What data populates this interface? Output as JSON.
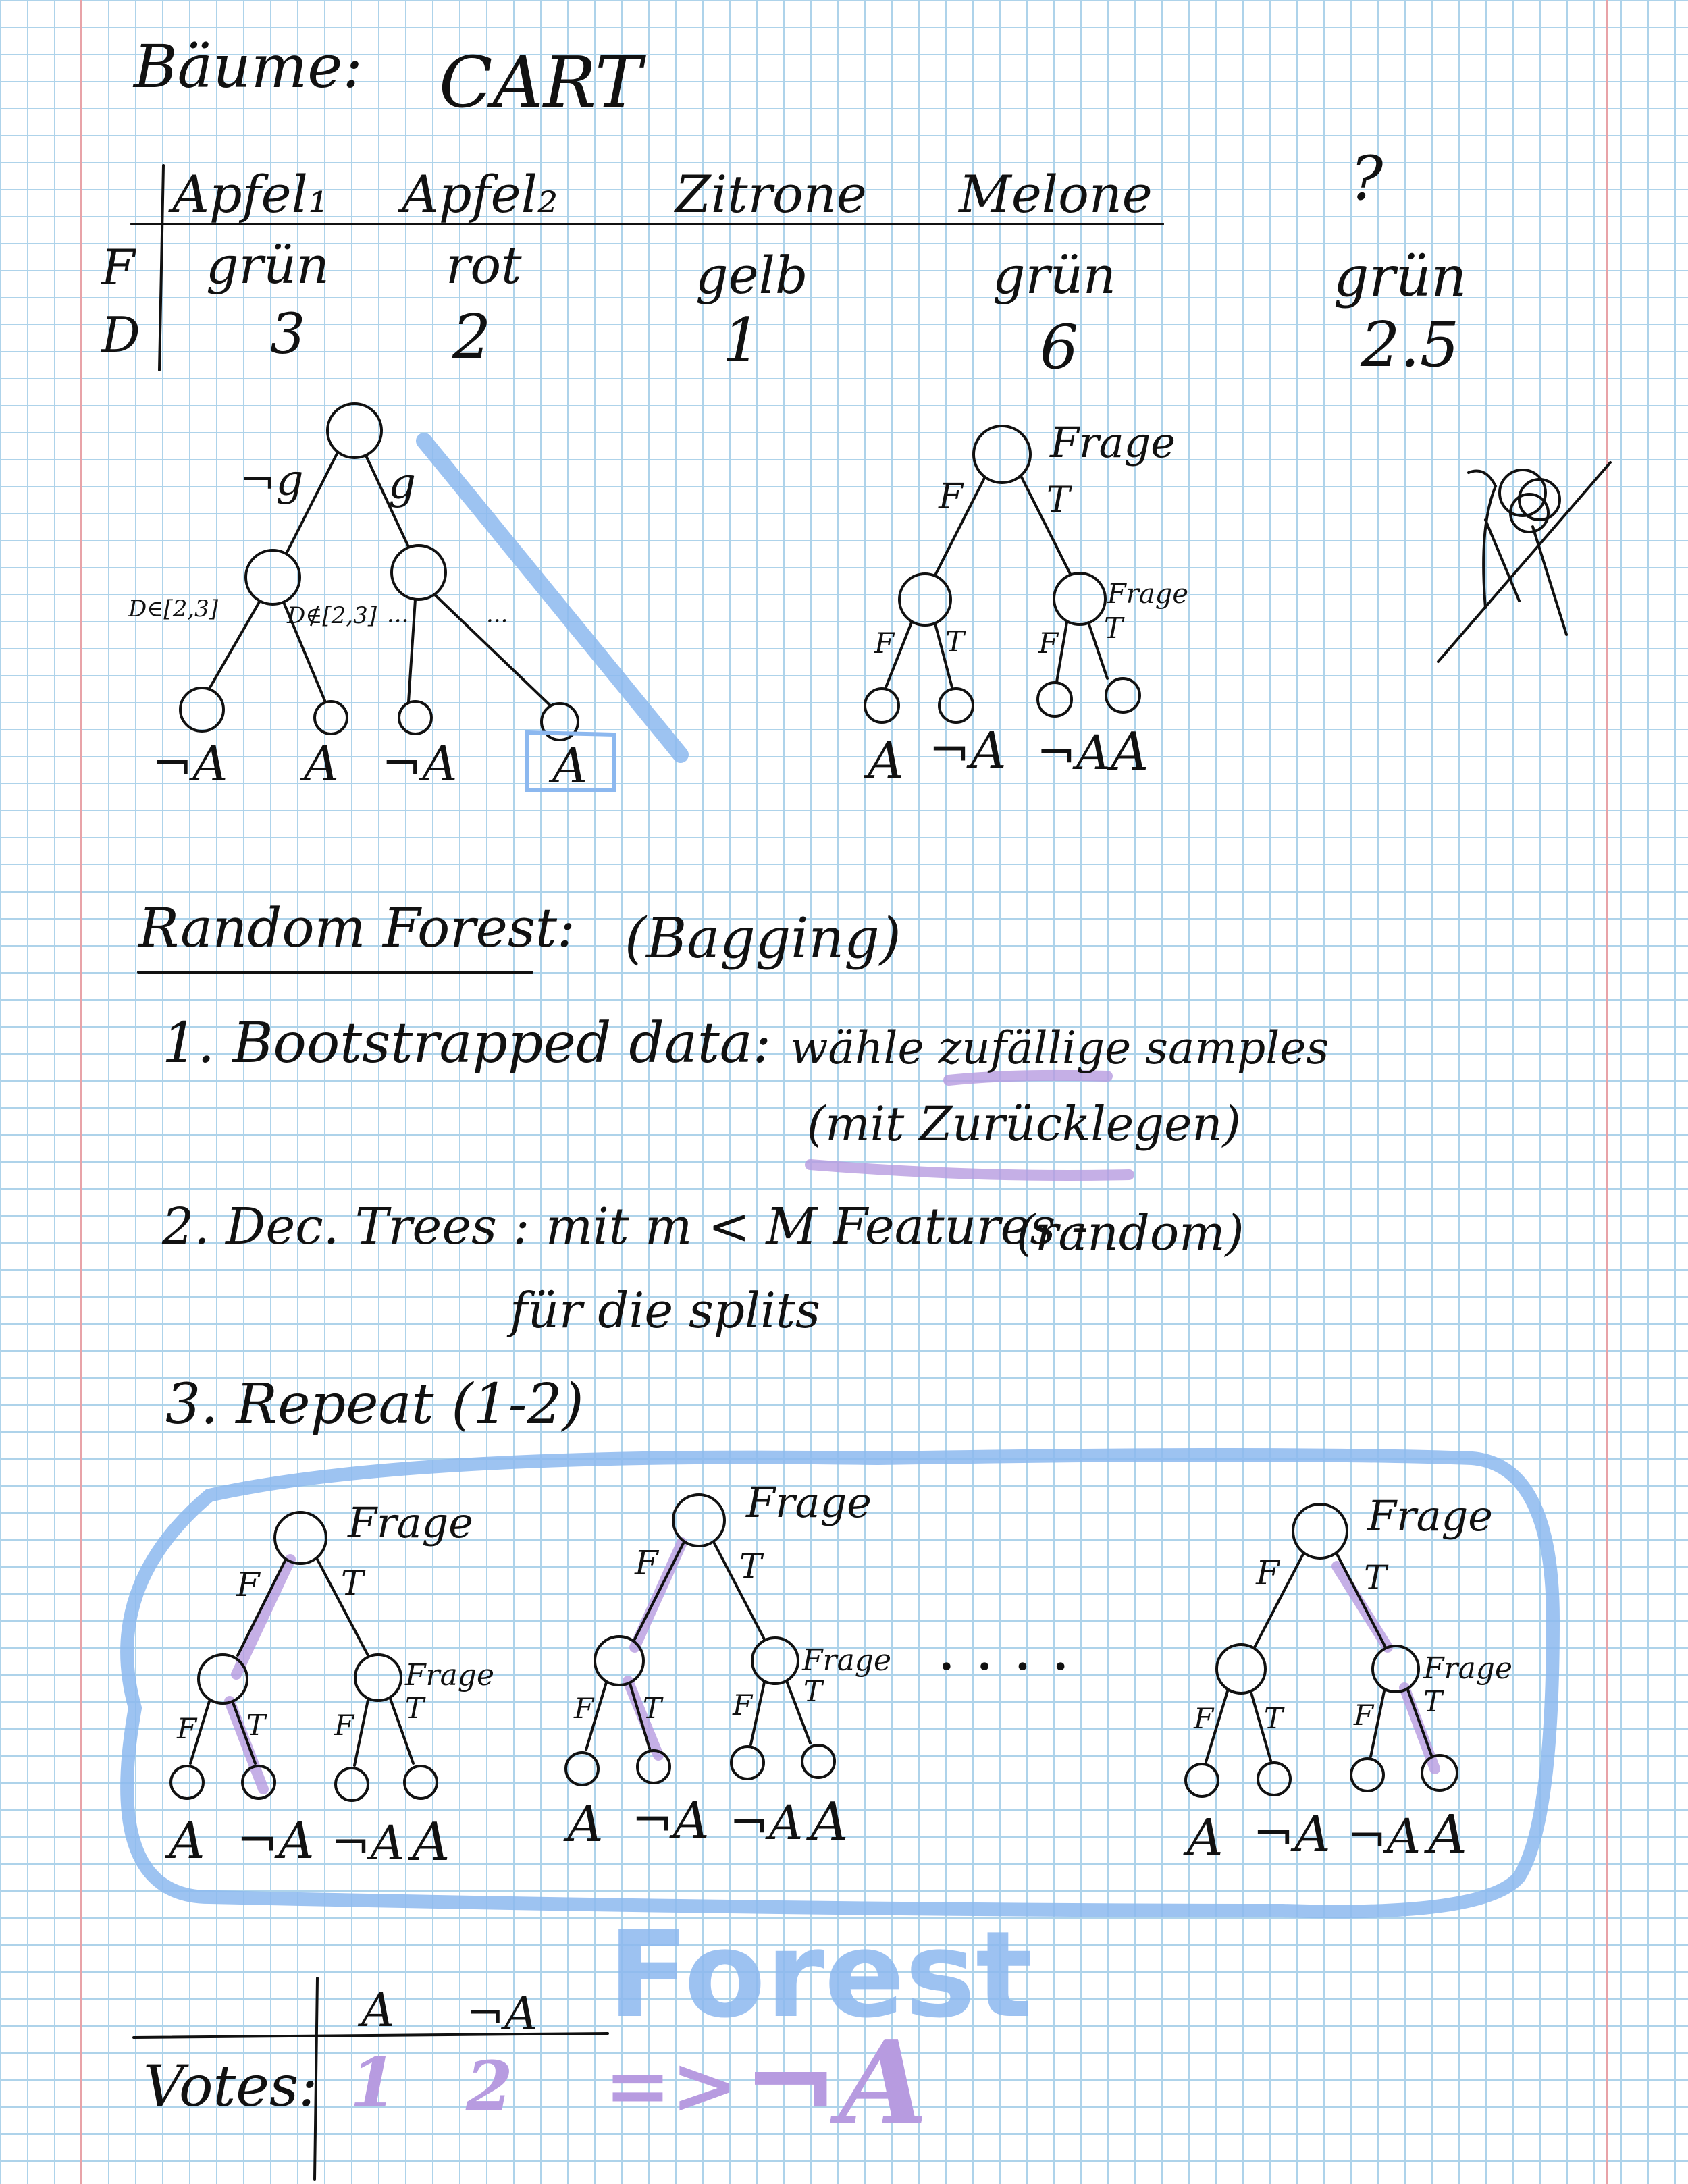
{
  "title": "Bäume:",
  "cart_title": "CART",
  "data_table": {
    "columns": [
      "Apfel₁",
      "Apfel₂",
      "Zitrone",
      "Melone"
    ],
    "row_labels": [
      "F",
      "D"
    ],
    "farbe": [
      "grün",
      "rot",
      "gelb",
      "grün"
    ],
    "durchmesser": [
      "3",
      "2",
      "1",
      "6"
    ],
    "query": {
      "label": "?",
      "farbe": "grün",
      "durchmesser": "2.5"
    }
  },
  "tree_left": {
    "edges": [
      "¬g",
      "g",
      "D∈[2,3]",
      "D∉[2,3]",
      "...",
      "..."
    ],
    "leaves": [
      "¬A",
      "A",
      "¬A",
      "A"
    ]
  },
  "tree_right": {
    "root_label": "Frage",
    "child_label": "Frage",
    "edges": [
      "F",
      "T",
      "F",
      "T",
      "F",
      "T"
    ],
    "leaves": [
      "A",
      "¬A",
      "¬A",
      "A"
    ]
  },
  "random_forest": {
    "heading": "Random Forest:",
    "bagging": "(Bagging)",
    "step1": "1. Bootstrapped data:",
    "step1_text": "wähle zufällige samples",
    "step1_sub": "(mit Zurücklegen)",
    "step2": "2. Dec. Trees : mit m < M Features -",
    "step2_random": "(random)",
    "step2_sub": "für die splits",
    "step3": "3. Repeat (1-2)",
    "ellipsis": "• • • •",
    "forest_label": "Forest",
    "trees": [
      {
        "root_label": "Frage",
        "child_label": "Frage",
        "leaves": [
          "A",
          "¬A",
          "¬A",
          "A"
        ],
        "vote": "¬A"
      },
      {
        "root_label": "Frage",
        "child_label": "Frage",
        "leaves": [
          "A",
          "¬A",
          "¬A",
          "A"
        ],
        "vote": "¬A"
      },
      {
        "root_label": "Frage",
        "child_label": "Frage",
        "leaves": [
          "A",
          "¬A",
          "¬A",
          "A"
        ],
        "vote": "A"
      }
    ]
  },
  "votes": {
    "label": "Votes:",
    "headers": [
      "A",
      "¬A"
    ],
    "counts": [
      "1",
      "2"
    ],
    "arrow": "=>",
    "result": "¬A"
  },
  "colors": {
    "ink": "#111111",
    "grid": "#aed3ea",
    "margin_line": "#e8a3a8",
    "highlight_blue": "#8cb8ef",
    "highlight_violet": "#b79be0"
  }
}
